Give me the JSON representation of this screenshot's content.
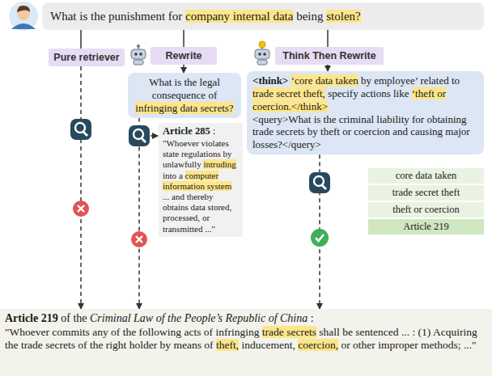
{
  "diagram": {
    "nodes": [
      {
        "text": [
          "What is the punishment for company internal data being stolen?"
        ]
      },
      {
        "text": [
          "Pure retriever"
        ]
      },
      {
        "text": [
          "Rewrite"
        ]
      },
      {
        "text": [
          "Think Then Rewrite"
        ]
      },
      {
        "text": [
          "What is the legal consequence of infringing data secrets?"
        ]
      },
      {
        "text": [
          "Article 285 :",
          "\"Whoever violates state regulations by unlawfully intruding into a computer information system ... and thereby obtains data stored, processed, or transmitted ...\""
        ]
      },
      {
        "text": [
          "<think> ‘core data taken by employee’ related to trade secret theft, specify actions like ‘theft or coercion.</think>",
          "<query>What is the criminal liability for obtaining trade secrets by theft or coercion and causing major losses?</query>"
        ]
      },
      {
        "text": [
          "core data taken"
        ]
      },
      {
        "text": [
          "trade secret theft"
        ]
      },
      {
        "text": [
          "theft or coercion"
        ]
      },
      {
        "text": [
          "Article 219"
        ]
      },
      {
        "text": [
          "Article 219 of the Criminal Law of the People’s Republic of China :",
          "\"Whoever commits any of the following acts of infringing trade secrets shall be sentenced ... : (1) Acquiring the trade secrets of the right holder by means of theft, inducement, coercion, or other improper methods; ...\""
        ]
      }
    ],
    "edges": [
      {
        "from": 0,
        "to": 1,
        "arrow": "none"
      },
      {
        "from": 0,
        "to": 2,
        "arrow": "none"
      },
      {
        "from": 0,
        "to": 3,
        "arrow": "none"
      },
      {
        "from": 1,
        "to": 11,
        "arrow": "to"
      },
      {
        "from": 2,
        "to": 4,
        "arrow": "to"
      },
      {
        "from": 4,
        "to": 11,
        "arrow": "to"
      },
      {
        "from": 3,
        "to": 6,
        "arrow": "to"
      },
      {
        "from": 6,
        "to": 11,
        "arrow": "to"
      }
    ]
  }
}
